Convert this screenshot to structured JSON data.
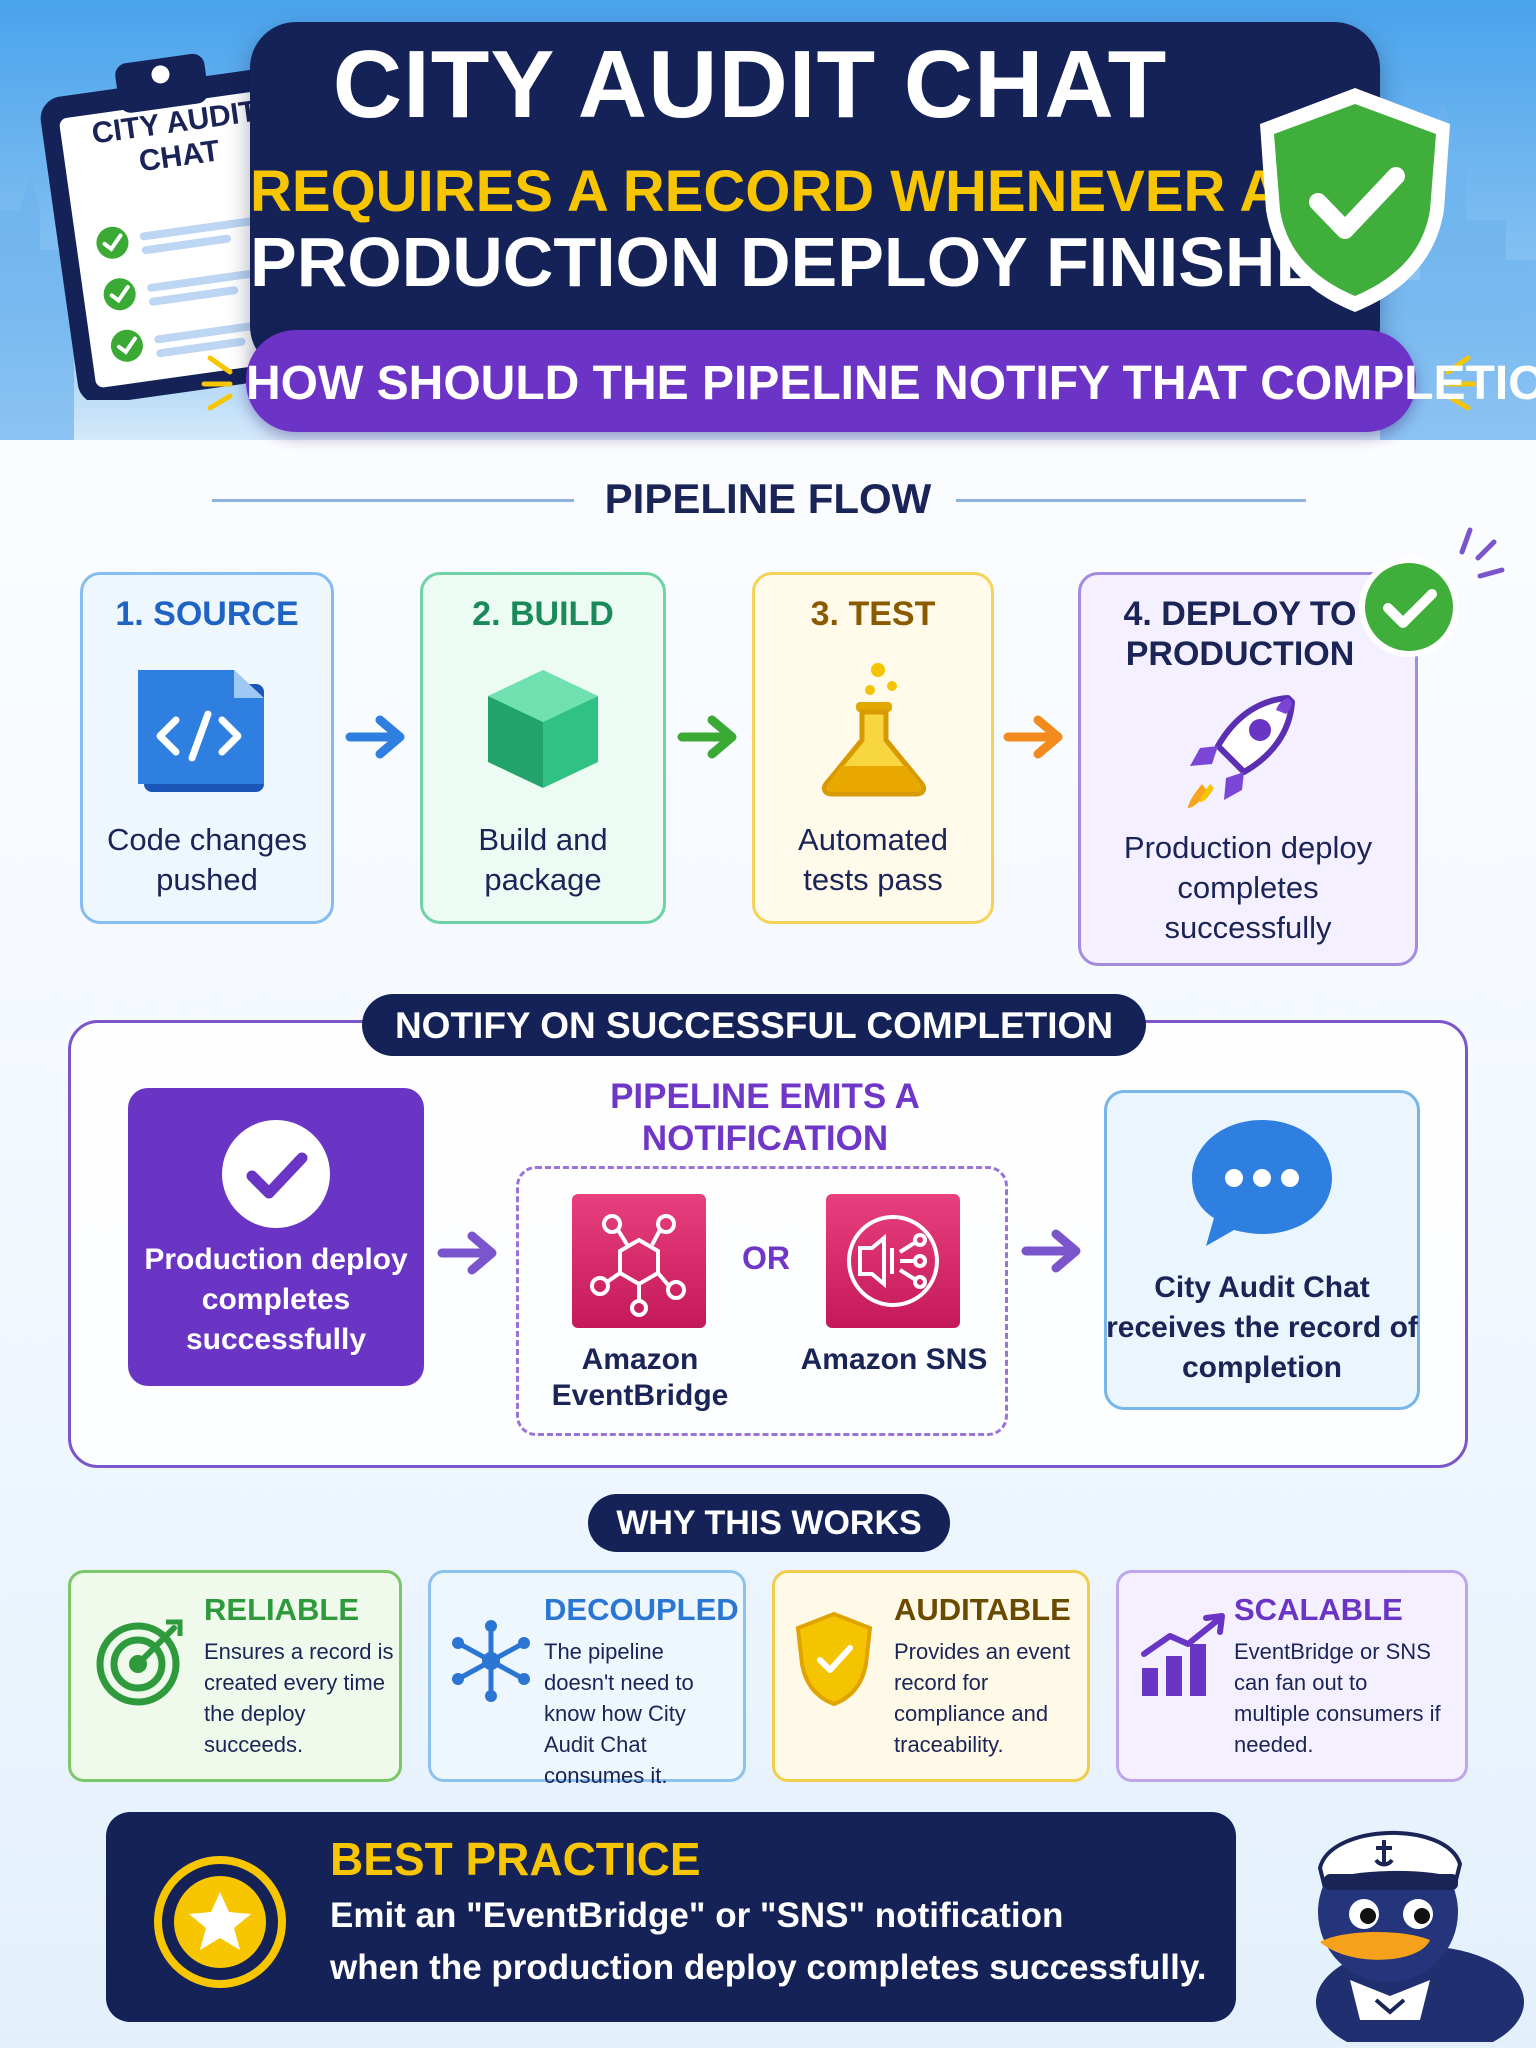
{
  "header": {
    "title": "CITY AUDIT CHAT",
    "subtitle_line1": "REQUIRES A RECORD WHENEVER A",
    "subtitle_line2": "PRODUCTION DEPLOY FINISHES.",
    "question": "HOW SHOULD THE PIPELINE NOTIFY THAT COMPLETION?",
    "clipboard_title": "CITY AUDIT CHAT"
  },
  "pipeline": {
    "title": "PIPELINE FLOW",
    "steps": [
      {
        "title": "1. SOURCE",
        "text": "Code changes pushed",
        "color": "#2f7fe0",
        "icon": "code-file-icon"
      },
      {
        "title": "2. BUILD",
        "text": "Build and package",
        "color": "#22a36b",
        "icon": "cube-icon"
      },
      {
        "title": "3. TEST",
        "text": "Automated tests pass",
        "color": "#c08a00",
        "icon": "flask-icon"
      },
      {
        "title": "4. DEPLOY TO PRODUCTION",
        "text": "Production deploy completes successfully",
        "color": "#6a34c4",
        "icon": "rocket-icon"
      }
    ]
  },
  "notify": {
    "title": "NOTIFY ON SUCCESSFUL COMPLETION",
    "deploy_text": "Production deploy completes successfully",
    "emit_title": "PIPELINE EMITS A NOTIFICATION",
    "services": [
      {
        "name": "Amazon EventBridge",
        "icon": "eventbridge-icon"
      },
      {
        "name": "Amazon SNS",
        "icon": "sns-icon"
      }
    ],
    "or_label": "OR",
    "chat_text": "City Audit Chat receives the record of completion"
  },
  "why": {
    "title": "WHY THIS WORKS",
    "cards": [
      {
        "title": "RELIABLE",
        "text": "Ensures a record is created every time the deploy succeeds.",
        "color": "#2e9a3c",
        "icon": "target-icon"
      },
      {
        "title": "DECOUPLED",
        "text": "The pipeline doesn't need to know how City Audit Chat consumes it.",
        "color": "#2a76d2",
        "icon": "network-icon"
      },
      {
        "title": "AUDITABLE",
        "text": "Provides an event record for compliance and traceability.",
        "color": "#a87300",
        "icon": "shield-icon"
      },
      {
        "title": "SCALABLE",
        "text": "EventBridge or SNS can fan out to multiple consumers if needed.",
        "color": "#6a34c4",
        "icon": "growth-chart-icon"
      }
    ]
  },
  "best_practice": {
    "title": "BEST PRACTICE",
    "line1": "Emit an \"EventBridge\" or \"SNS\" notification",
    "line2": "when the production deploy completes successfully."
  },
  "colors": {
    "navy": "#142257",
    "purple": "#6c33c7",
    "yellow": "#f7c600",
    "green": "#3aaa35",
    "pink": "#d6286a"
  }
}
